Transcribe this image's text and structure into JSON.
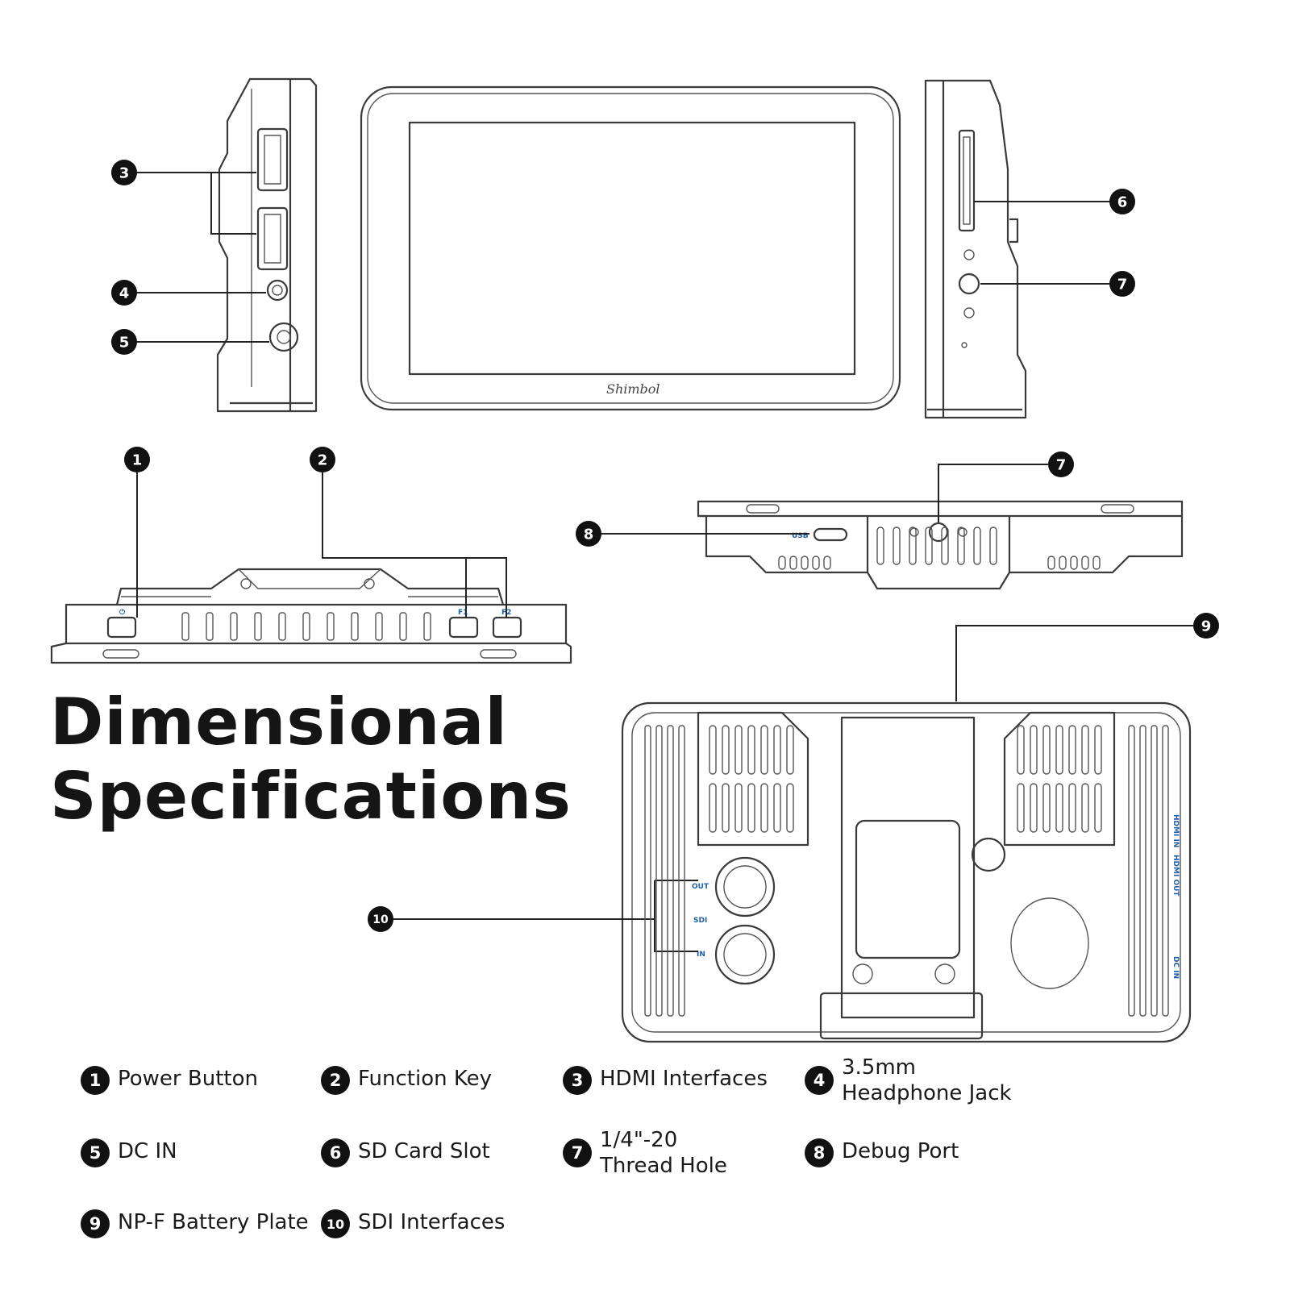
{
  "title": {
    "line1": "Dimensional",
    "line2": "Specifications"
  },
  "diagram": {
    "brand": "Shimbol",
    "port_labels": {
      "sdi_out": "OUT",
      "sdi_label": "SDI",
      "sdi_in": "IN",
      "f1": "F1",
      "f2": "F2",
      "debug": "USB",
      "hdmi_in": "HDMI IN",
      "hdmi_out": "HDMI OUT",
      "dc_in": "DC IN"
    }
  },
  "callouts": [
    "1",
    "2",
    "3",
    "4",
    "5",
    "6",
    "7",
    "8",
    "9",
    "10"
  ],
  "legend": [
    {
      "num": "1",
      "label": "Power Button"
    },
    {
      "num": "2",
      "label": "Function Key"
    },
    {
      "num": "3",
      "label": "HDMI Interfaces"
    },
    {
      "num": "4",
      "label": "3.5mm\nHeadphone Jack"
    },
    {
      "num": "5",
      "label": "DC IN"
    },
    {
      "num": "6",
      "label": "SD Card Slot"
    },
    {
      "num": "7",
      "label": "1/4\"-20\nThread Hole"
    },
    {
      "num": "8",
      "label": "Debug Port"
    },
    {
      "num": "9",
      "label": "NP-F Battery Plate"
    },
    {
      "num": "10",
      "label": "SDI Interfaces"
    }
  ]
}
